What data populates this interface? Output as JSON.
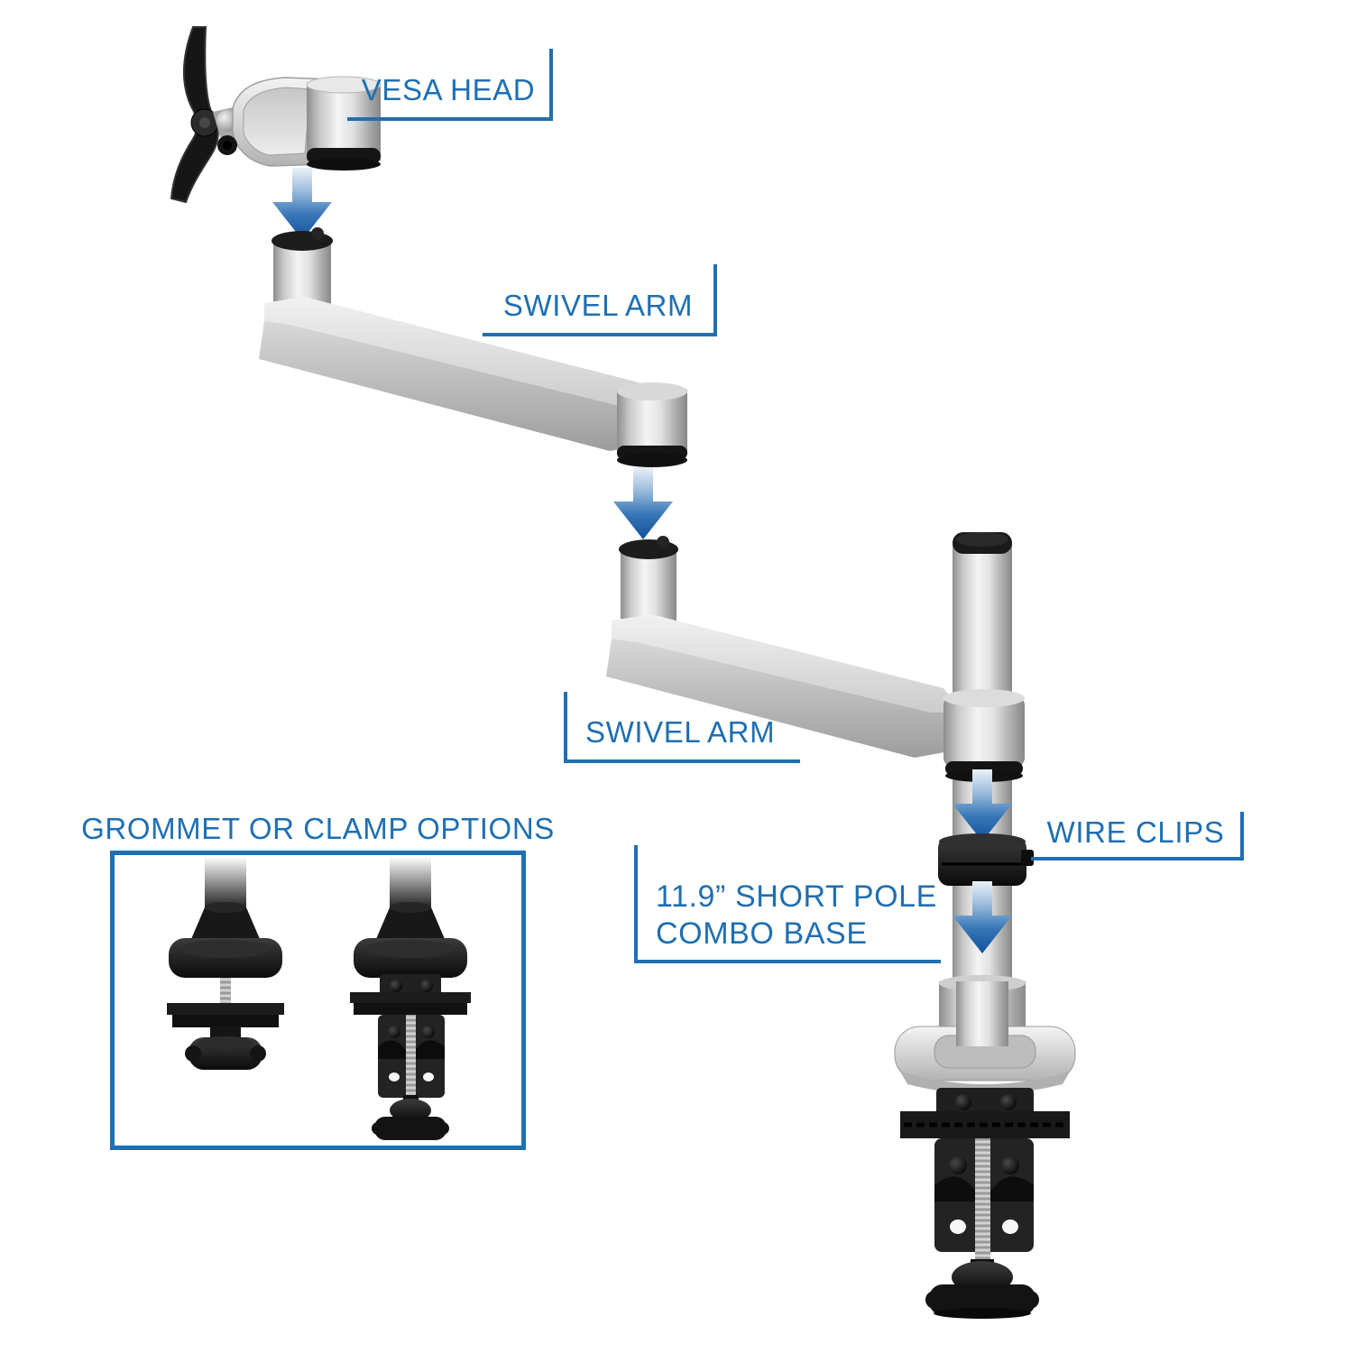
{
  "diagram": {
    "type": "product-exploded-view",
    "subject": "monitor desk mount assembly",
    "background": "#ffffff",
    "accent_blue": "#1F6FB2"
  },
  "callouts": {
    "vesa_head": "VESA HEAD",
    "upper_swivel_arm": "SWIVEL ARM",
    "lower_swivel_arm": "SWIVEL ARM",
    "wire_clips": "WIRE CLIPS",
    "combo_base_line1": "11.9” SHORT POLE",
    "combo_base_line2": "COMBO BASE",
    "options_title": "GROMMET OR CLAMP OPTIONS"
  },
  "icons": {
    "down_arrows": "down-arrow-icon",
    "arrow_color_light": "#EAF1F8",
    "arrow_color_dark": "#12519C"
  },
  "illustration_colors": {
    "metal_silver_light": "#F2F2F2",
    "metal_silver_dark": "#8A8A8A",
    "hardware_black": "#161616"
  },
  "illustrated_parts": [
    "vesa-head",
    "upper-swivel-arm",
    "lower-swivel-arm",
    "pole",
    "wire-clip",
    "short-pole-combo-base",
    "desk-clamp",
    "grommet-mount-option",
    "clamp-mount-option"
  ]
}
